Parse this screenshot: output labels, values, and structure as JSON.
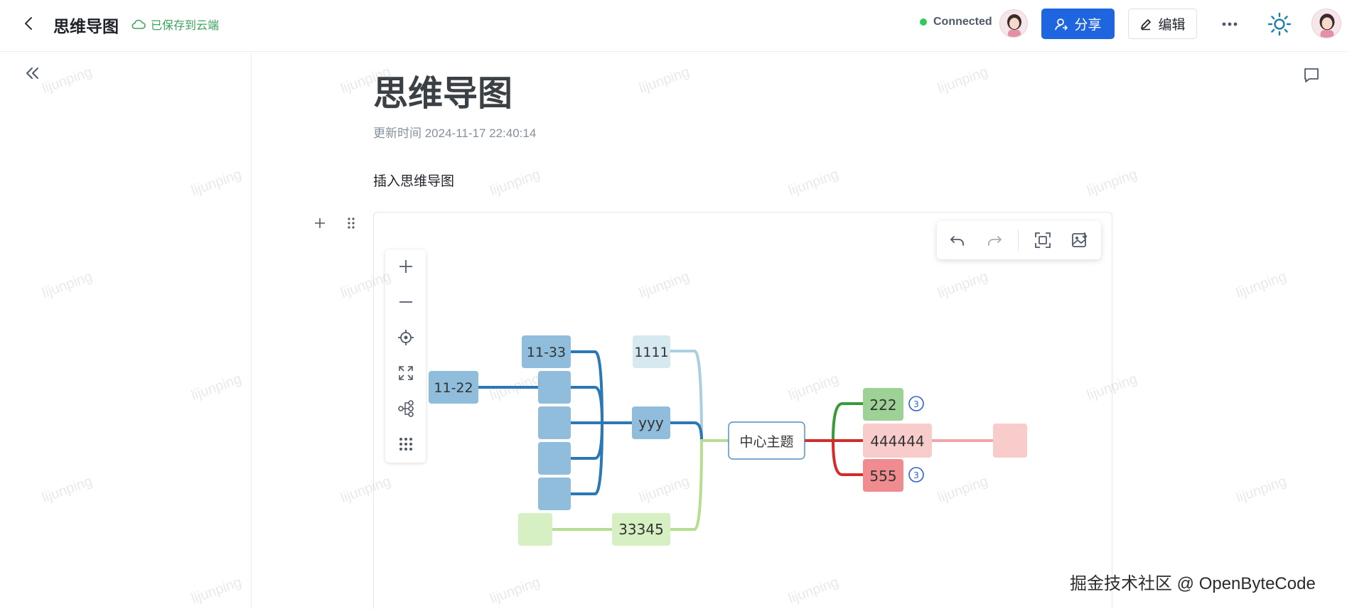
{
  "header": {
    "doc_title": "思维导图",
    "saved_text": "已保存到云端",
    "connection_status": "Connected",
    "share_label": "分享",
    "edit_label": "编辑"
  },
  "page": {
    "title": "思维导图",
    "updated": "更新时间 2024-11-17 22:40:14",
    "paragraph": "插入思维导图"
  },
  "mindmap": {
    "center": "中心主题",
    "nodes": {
      "n1111": "1111",
      "nyyy": "yyy",
      "n1133": "11-33",
      "n1122": "11-22",
      "n33345": "33345",
      "n222": "222",
      "n444444": "444444",
      "n555": "555",
      "badge_222": "3",
      "badge_555": "3"
    }
  },
  "watermark": "lijunping",
  "site_credit": "掘金技术社区 @ OpenByteCode",
  "colors": {
    "primary": "#1f65e0",
    "blue_branch": "#2a78b6",
    "light_blue": "#a9cfe0",
    "green_branch": "#b6de93",
    "red_branch": "#d32c2c"
  }
}
